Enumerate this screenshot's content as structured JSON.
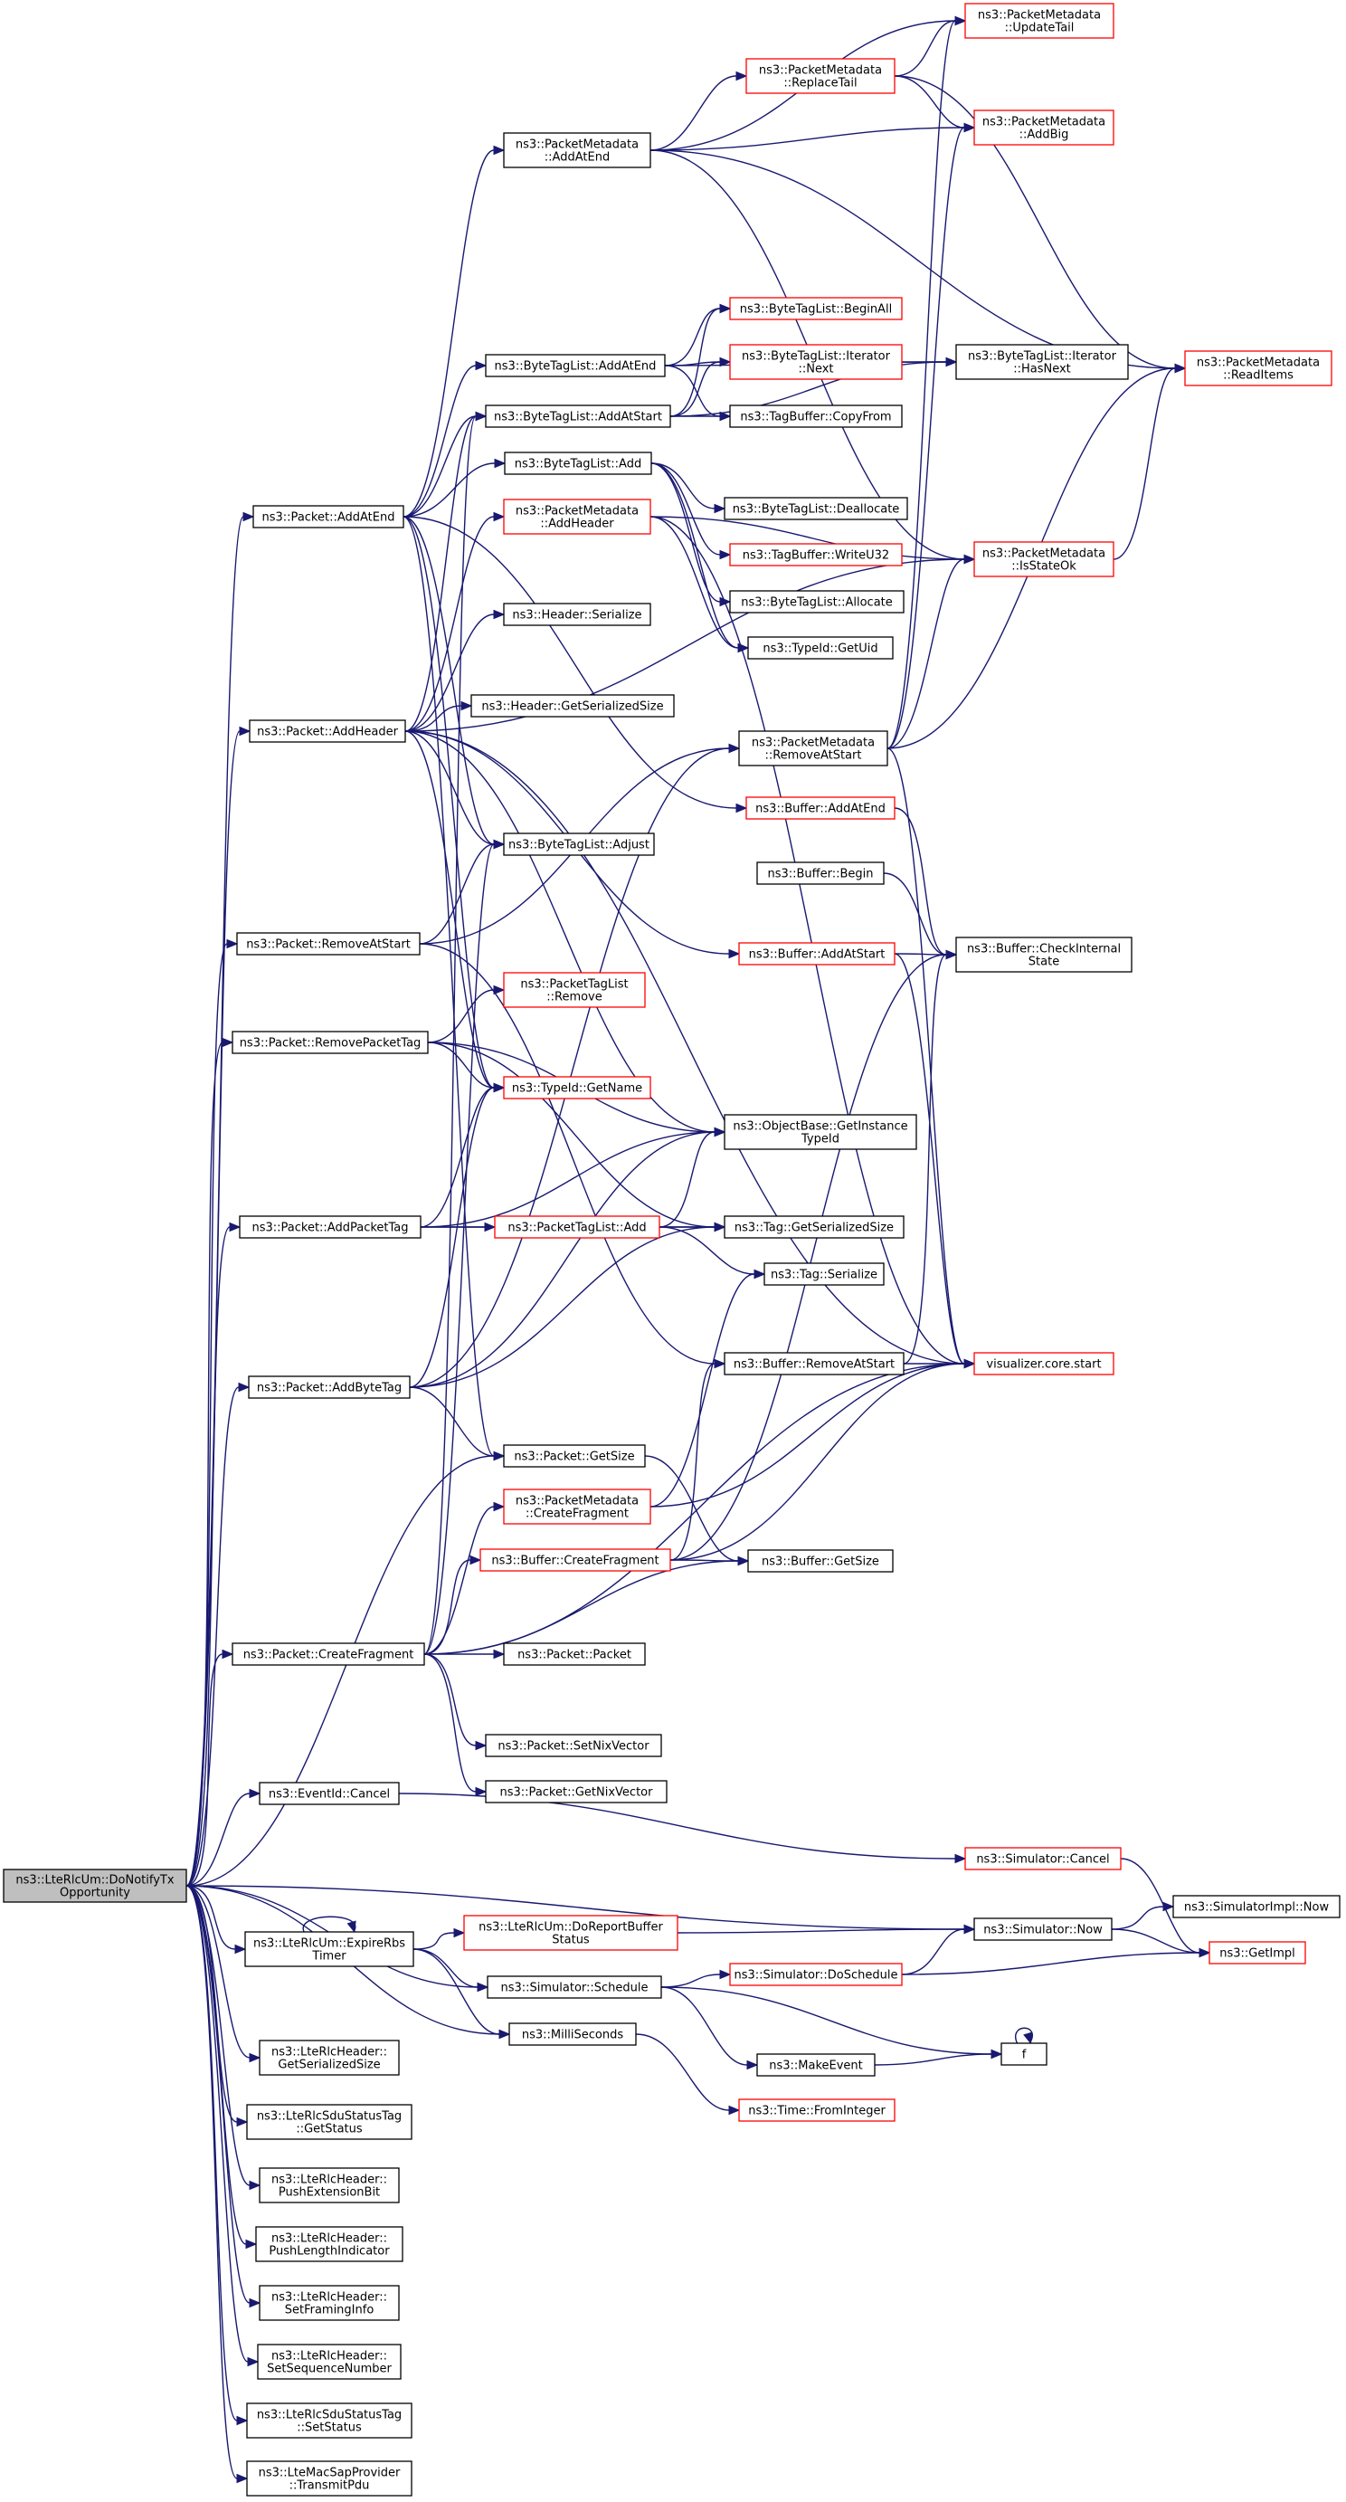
{
  "colors": {
    "edge": "#191970",
    "normal_border": "#000000",
    "truncated_border": "#ff0000",
    "root_fill": "#bfbfbf",
    "node_fill": "#ffffff"
  },
  "nodes": [
    {
      "id": "root",
      "lines": [
        "ns3::LteRlcUm::DoNotifyTx",
        "Opportunity"
      ],
      "style": "root"
    },
    {
      "id": "pm_updatetail",
      "lines": [
        "ns3::PacketMetadata",
        "::UpdateTail"
      ],
      "style": "truncated"
    },
    {
      "id": "pm_replacetail",
      "lines": [
        "ns3::PacketMetadata",
        "::ReplaceTail"
      ],
      "style": "truncated"
    },
    {
      "id": "pm_addatend",
      "lines": [
        "ns3::PacketMetadata",
        "::AddAtEnd"
      ],
      "style": "normal"
    },
    {
      "id": "pm_addbig",
      "lines": [
        "ns3::PacketMetadata",
        "::AddBig"
      ],
      "style": "truncated"
    },
    {
      "id": "btl_beginall",
      "lines": [
        "ns3::ByteTagList::BeginAll"
      ],
      "style": "truncated"
    },
    {
      "id": "btl_addatend",
      "lines": [
        "ns3::ByteTagList::AddAtEnd"
      ],
      "style": "normal"
    },
    {
      "id": "btl_it_next",
      "lines": [
        "ns3::ByteTagList::Iterator",
        "::Next"
      ],
      "style": "truncated"
    },
    {
      "id": "btl_it_hasnext",
      "lines": [
        "ns3::ByteTagList::Iterator",
        "::HasNext"
      ],
      "style": "normal"
    },
    {
      "id": "pm_readitems",
      "lines": [
        "ns3::PacketMetadata",
        "::ReadItems"
      ],
      "style": "truncated"
    },
    {
      "id": "btl_addatstart",
      "lines": [
        "ns3::ByteTagList::AddAtStart"
      ],
      "style": "normal"
    },
    {
      "id": "tb_copyfrom",
      "lines": [
        "ns3::TagBuffer::CopyFrom"
      ],
      "style": "normal"
    },
    {
      "id": "btl_add",
      "lines": [
        "ns3::ByteTagList::Add"
      ],
      "style": "normal"
    },
    {
      "id": "pkt_addatend",
      "lines": [
        "ns3::Packet::AddAtEnd"
      ],
      "style": "normal"
    },
    {
      "id": "pm_addheader",
      "lines": [
        "ns3::PacketMetadata",
        "::AddHeader"
      ],
      "style": "truncated"
    },
    {
      "id": "btl_dealloc",
      "lines": [
        "ns3::ByteTagList::Deallocate"
      ],
      "style": "normal"
    },
    {
      "id": "tb_writeu32",
      "lines": [
        "ns3::TagBuffer::WriteU32"
      ],
      "style": "truncated"
    },
    {
      "id": "pm_isstateok",
      "lines": [
        "ns3::PacketMetadata",
        "::IsStateOk"
      ],
      "style": "truncated"
    },
    {
      "id": "btl_alloc",
      "lines": [
        "ns3::ByteTagList::Allocate"
      ],
      "style": "normal"
    },
    {
      "id": "hdr_serialize",
      "lines": [
        "ns3::Header::Serialize"
      ],
      "style": "normal"
    },
    {
      "id": "typeid_getuid",
      "lines": [
        "ns3::TypeId::GetUid"
      ],
      "style": "normal"
    },
    {
      "id": "hdr_getsersize",
      "lines": [
        "ns3::Header::GetSerializedSize"
      ],
      "style": "normal"
    },
    {
      "id": "pkt_addheader",
      "lines": [
        "ns3::Packet::AddHeader"
      ],
      "style": "normal"
    },
    {
      "id": "pm_removeatstart",
      "lines": [
        "ns3::PacketMetadata",
        "::RemoveAtStart"
      ],
      "style": "normal"
    },
    {
      "id": "buf_addatend",
      "lines": [
        "ns3::Buffer::AddAtEnd"
      ],
      "style": "truncated"
    },
    {
      "id": "btl_adjust",
      "lines": [
        "ns3::ByteTagList::Adjust"
      ],
      "style": "normal"
    },
    {
      "id": "buf_begin",
      "lines": [
        "ns3::Buffer::Begin"
      ],
      "style": "normal"
    },
    {
      "id": "pkt_removeatstart",
      "lines": [
        "ns3::Packet::RemoveAtStart"
      ],
      "style": "normal"
    },
    {
      "id": "buf_addatstart",
      "lines": [
        "ns3::Buffer::AddAtStart"
      ],
      "style": "truncated"
    },
    {
      "id": "buf_checkinternal",
      "lines": [
        "ns3::Buffer::CheckInternal",
        "State"
      ],
      "style": "normal"
    },
    {
      "id": "ptl_remove",
      "lines": [
        "ns3::PacketTagList",
        "::Remove"
      ],
      "style": "truncated"
    },
    {
      "id": "pkt_removepackettag",
      "lines": [
        "ns3::Packet::RemovePacketTag"
      ],
      "style": "normal"
    },
    {
      "id": "typeid_getname",
      "lines": [
        "ns3::TypeId::GetName"
      ],
      "style": "truncated"
    },
    {
      "id": "ob_getinstancetypeid",
      "lines": [
        "ns3::ObjectBase::GetInstance",
        "TypeId"
      ],
      "style": "normal"
    },
    {
      "id": "pkt_addpackettag",
      "lines": [
        "ns3::Packet::AddPacketTag"
      ],
      "style": "normal"
    },
    {
      "id": "ptl_add",
      "lines": [
        "ns3::PacketTagList::Add"
      ],
      "style": "truncated"
    },
    {
      "id": "tag_getsersize",
      "lines": [
        "ns3::Tag::GetSerializedSize"
      ],
      "style": "normal"
    },
    {
      "id": "tag_serialize",
      "lines": [
        "ns3::Tag::Serialize"
      ],
      "style": "normal"
    },
    {
      "id": "buf_removeatstart",
      "lines": [
        "ns3::Buffer::RemoveAtStart"
      ],
      "style": "normal"
    },
    {
      "id": "vis_core_start",
      "lines": [
        "visualizer.core.start"
      ],
      "style": "truncated"
    },
    {
      "id": "pkt_addbytetag",
      "lines": [
        "ns3::Packet::AddByteTag"
      ],
      "style": "normal"
    },
    {
      "id": "pkt_getsize",
      "lines": [
        "ns3::Packet::GetSize"
      ],
      "style": "normal"
    },
    {
      "id": "pm_createfragment",
      "lines": [
        "ns3::PacketMetadata",
        "::CreateFragment"
      ],
      "style": "truncated"
    },
    {
      "id": "buf_createfragment",
      "lines": [
        "ns3::Buffer::CreateFragment"
      ],
      "style": "truncated"
    },
    {
      "id": "buf_getsize",
      "lines": [
        "ns3::Buffer::GetSize"
      ],
      "style": "normal"
    },
    {
      "id": "pkt_createfragment",
      "lines": [
        "ns3::Packet::CreateFragment"
      ],
      "style": "normal"
    },
    {
      "id": "pkt_packet",
      "lines": [
        "ns3::Packet::Packet"
      ],
      "style": "normal"
    },
    {
      "id": "pkt_setnixvector",
      "lines": [
        "ns3::Packet::SetNixVector"
      ],
      "style": "normal"
    },
    {
      "id": "pkt_getnixvector",
      "lines": [
        "ns3::Packet::GetNixVector"
      ],
      "style": "normal"
    },
    {
      "id": "eventid_cancel",
      "lines": [
        "ns3::EventId::Cancel"
      ],
      "style": "normal"
    },
    {
      "id": "sim_cancel",
      "lines": [
        "ns3::Simulator::Cancel"
      ],
      "style": "truncated"
    },
    {
      "id": "simimpl_now",
      "lines": [
        "ns3::SimulatorImpl::Now"
      ],
      "style": "normal"
    },
    {
      "id": "lrc_expirerbstimer",
      "lines": [
        "ns3::LteRlcUm::ExpireRbs",
        "Timer"
      ],
      "style": "normal"
    },
    {
      "id": "lrc_doreportbufferstatus",
      "lines": [
        "ns3::LteRlcUm::DoReportBuffer",
        "Status"
      ],
      "style": "truncated"
    },
    {
      "id": "sim_now",
      "lines": [
        "ns3::Simulator::Now"
      ],
      "style": "normal"
    },
    {
      "id": "getimpl",
      "lines": [
        "ns3::GetImpl"
      ],
      "style": "truncated"
    },
    {
      "id": "sim_schedule",
      "lines": [
        "ns3::Simulator::Schedule"
      ],
      "style": "normal"
    },
    {
      "id": "sim_doschedule",
      "lines": [
        "ns3::Simulator::DoSchedule"
      ],
      "style": "truncated"
    },
    {
      "id": "f",
      "lines": [
        "f"
      ],
      "style": "normal"
    },
    {
      "id": "lrh_getsersize",
      "lines": [
        "ns3::LteRlcHeader::",
        "GetSerializedSize"
      ],
      "style": "normal"
    },
    {
      "id": "millisec",
      "lines": [
        "ns3::MilliSeconds"
      ],
      "style": "normal"
    },
    {
      "id": "makeevent",
      "lines": [
        "ns3::MakeEvent"
      ],
      "style": "normal"
    },
    {
      "id": "time_frominteger",
      "lines": [
        "ns3::Time::FromInteger"
      ],
      "style": "truncated"
    },
    {
      "id": "lrsst_getstatus",
      "lines": [
        "ns3::LteRlcSduStatusTag",
        "::GetStatus"
      ],
      "style": "normal"
    },
    {
      "id": "lrh_pushextbit",
      "lines": [
        "ns3::LteRlcHeader::",
        "PushExtensionBit"
      ],
      "style": "normal"
    },
    {
      "id": "lrh_pushlenind",
      "lines": [
        "ns3::LteRlcHeader::",
        "PushLengthIndicator"
      ],
      "style": "normal"
    },
    {
      "id": "lrh_setframinginfo",
      "lines": [
        "ns3::LteRlcHeader::",
        "SetFramingInfo"
      ],
      "style": "normal"
    },
    {
      "id": "lrh_setseqnum",
      "lines": [
        "ns3::LteRlcHeader::",
        "SetSequenceNumber"
      ],
      "style": "normal"
    },
    {
      "id": "lrsst_setstatus",
      "lines": [
        "ns3::LteRlcSduStatusTag",
        "::SetStatus"
      ],
      "style": "normal"
    },
    {
      "id": "lmsp_transmitpdu",
      "lines": [
        "ns3::LteMacSapProvider",
        "::TransmitPdu"
      ],
      "style": "normal"
    }
  ],
  "edges": [
    [
      "root",
      "pkt_addatend"
    ],
    [
      "root",
      "pkt_addheader"
    ],
    [
      "root",
      "pkt_removeatstart"
    ],
    [
      "root",
      "pkt_removepackettag"
    ],
    [
      "root",
      "pkt_addpackettag"
    ],
    [
      "root",
      "pkt_addbytetag"
    ],
    [
      "root",
      "pkt_getsize"
    ],
    [
      "root",
      "pkt_createfragment"
    ],
    [
      "root",
      "eventid_cancel"
    ],
    [
      "root",
      "sim_now"
    ],
    [
      "root",
      "lrc_expirerbstimer"
    ],
    [
      "root",
      "sim_schedule"
    ],
    [
      "root",
      "millisec"
    ],
    [
      "root",
      "lrh_getsersize"
    ],
    [
      "root",
      "lrsst_getstatus"
    ],
    [
      "root",
      "lrh_pushextbit"
    ],
    [
      "root",
      "lrh_pushlenind"
    ],
    [
      "root",
      "lrh_setframinginfo"
    ],
    [
      "root",
      "lrh_setseqnum"
    ],
    [
      "root",
      "lrsst_setstatus"
    ],
    [
      "root",
      "lmsp_transmitpdu"
    ],
    [
      "pkt_addatend",
      "pm_addatend"
    ],
    [
      "pkt_addatend",
      "btl_addatend"
    ],
    [
      "pkt_addatend",
      "btl_addatstart"
    ],
    [
      "pkt_addatend",
      "btl_add"
    ],
    [
      "pkt_addatend",
      "btl_adjust"
    ],
    [
      "pkt_addatend",
      "typeid_getname"
    ],
    [
      "pkt_addatend",
      "pkt_getsize"
    ],
    [
      "pkt_addatend",
      "buf_addatend"
    ],
    [
      "pm_addatend",
      "pm_replacetail"
    ],
    [
      "pm_addatend",
      "pm_addbig"
    ],
    [
      "pm_addatend",
      "pm_updatetail"
    ],
    [
      "pm_addatend",
      "pm_readitems"
    ],
    [
      "pm_addatend",
      "pm_isstateok"
    ],
    [
      "pm_replacetail",
      "pm_updatetail"
    ],
    [
      "pm_replacetail",
      "pm_addbig"
    ],
    [
      "pm_replacetail",
      "pm_readitems"
    ],
    [
      "btl_addatend",
      "btl_beginall"
    ],
    [
      "btl_addatend",
      "btl_it_next"
    ],
    [
      "btl_addatend",
      "btl_it_hasnext"
    ],
    [
      "btl_addatend",
      "tb_copyfrom"
    ],
    [
      "btl_it_next",
      "btl_it_hasnext"
    ],
    [
      "btl_addatstart",
      "btl_beginall"
    ],
    [
      "btl_addatstart",
      "btl_it_next"
    ],
    [
      "btl_addatstart",
      "btl_it_hasnext"
    ],
    [
      "btl_addatstart",
      "tb_copyfrom"
    ],
    [
      "btl_add",
      "btl_dealloc"
    ],
    [
      "btl_add",
      "tb_writeu32"
    ],
    [
      "btl_add",
      "btl_alloc"
    ],
    [
      "btl_add",
      "typeid_getuid"
    ],
    [
      "pkt_addheader",
      "pm_addheader"
    ],
    [
      "pkt_addheader",
      "hdr_serialize"
    ],
    [
      "pkt_addheader",
      "hdr_getsersize"
    ],
    [
      "pkt_addheader",
      "btl_adjust"
    ],
    [
      "pkt_addheader",
      "btl_addatstart"
    ],
    [
      "pkt_addheader",
      "ob_getinstancetypeid"
    ],
    [
      "pkt_addheader",
      "buf_addatstart"
    ],
    [
      "pkt_addheader",
      "typeid_getname"
    ],
    [
      "pkt_addheader",
      "pm_isstateok"
    ],
    [
      "pkt_addheader",
      "vis_core_start"
    ],
    [
      "pm_addheader",
      "typeid_getuid"
    ],
    [
      "pm_addheader",
      "pm_isstateok"
    ],
    [
      "pm_addheader",
      "vis_core_start"
    ],
    [
      "pm_removeatstart",
      "pm_readitems"
    ],
    [
      "pm_removeatstart",
      "pm_isstateok"
    ],
    [
      "pm_removeatstart",
      "pm_updatetail"
    ],
    [
      "pm_removeatstart",
      "pm_addbig"
    ],
    [
      "pm_removeatstart",
      "vis_core_start"
    ],
    [
      "pm_isstateok",
      "pm_readitems"
    ],
    [
      "buf_addatend",
      "buf_checkinternal"
    ],
    [
      "buf_begin",
      "buf_checkinternal"
    ],
    [
      "buf_addatstart",
      "buf_checkinternal"
    ],
    [
      "buf_addatstart",
      "vis_core_start"
    ],
    [
      "pkt_removeatstart",
      "btl_adjust"
    ],
    [
      "pkt_removeatstart",
      "pm_removeatstart"
    ],
    [
      "pkt_removeatstart",
      "buf_removeatstart"
    ],
    [
      "pkt_removepackettag",
      "ptl_remove"
    ],
    [
      "pkt_removepackettag",
      "typeid_getname"
    ],
    [
      "pkt_removepackettag",
      "ob_getinstancetypeid"
    ],
    [
      "pkt_removepackettag",
      "tag_getsersize"
    ],
    [
      "pkt_addpackettag",
      "ptl_add"
    ],
    [
      "pkt_addpackettag",
      "typeid_getname"
    ],
    [
      "pkt_addpackettag",
      "ob_getinstancetypeid"
    ],
    [
      "pkt_addpackettag",
      "tag_getsersize"
    ],
    [
      "ptl_add",
      "ob_getinstancetypeid"
    ],
    [
      "ptl_add",
      "tag_getsersize"
    ],
    [
      "ptl_add",
      "tag_serialize"
    ],
    [
      "pkt_addbytetag",
      "typeid_getname"
    ],
    [
      "pkt_addbytetag",
      "ob_getinstancetypeid"
    ],
    [
      "pkt_addbytetag",
      "tag_getsersize"
    ],
    [
      "pkt_addbytetag",
      "pkt_getsize"
    ],
    [
      "pkt_addbytetag",
      "pm_removeatstart"
    ],
    [
      "buf_removeatstart",
      "vis_core_start"
    ],
    [
      "buf_removeatstart",
      "buf_checkinternal"
    ],
    [
      "pkt_getsize",
      "buf_getsize"
    ],
    [
      "pm_createfragment",
      "vis_core_start"
    ],
    [
      "pm_createfragment",
      "tag_serialize"
    ],
    [
      "buf_createfragment",
      "buf_removeatstart"
    ],
    [
      "buf_createfragment",
      "buf_getsize"
    ],
    [
      "buf_createfragment",
      "vis_core_start"
    ],
    [
      "buf_createfragment",
      "buf_checkinternal"
    ],
    [
      "pkt_createfragment",
      "pm_createfragment"
    ],
    [
      "pkt_createfragment",
      "buf_createfragment"
    ],
    [
      "pkt_createfragment",
      "buf_getsize"
    ],
    [
      "pkt_createfragment",
      "pkt_packet"
    ],
    [
      "pkt_createfragment",
      "pkt_setnixvector"
    ],
    [
      "pkt_createfragment",
      "pkt_getnixvector"
    ],
    [
      "pkt_createfragment",
      "btl_adjust"
    ],
    [
      "pkt_createfragment",
      "vis_core_start"
    ],
    [
      "pkt_createfragment",
      "btl_addatstart"
    ],
    [
      "eventid_cancel",
      "sim_cancel"
    ],
    [
      "sim_cancel",
      "getimpl"
    ],
    [
      "lrc_expirerbstimer",
      "lrc_expirerbstimer"
    ],
    [
      "lrc_expirerbstimer",
      "lrc_doreportbufferstatus"
    ],
    [
      "lrc_expirerbstimer",
      "sim_schedule"
    ],
    [
      "lrc_expirerbstimer",
      "millisec"
    ],
    [
      "lrc_doreportbufferstatus",
      "sim_now"
    ],
    [
      "sim_now",
      "simimpl_now"
    ],
    [
      "sim_now",
      "getimpl"
    ],
    [
      "sim_schedule",
      "sim_doschedule"
    ],
    [
      "sim_schedule",
      "makeevent"
    ],
    [
      "sim_schedule",
      "f"
    ],
    [
      "sim_doschedule",
      "sim_now"
    ],
    [
      "sim_doschedule",
      "getimpl"
    ],
    [
      "makeevent",
      "f"
    ],
    [
      "f",
      "f"
    ],
    [
      "millisec",
      "time_frominteger"
    ]
  ]
}
